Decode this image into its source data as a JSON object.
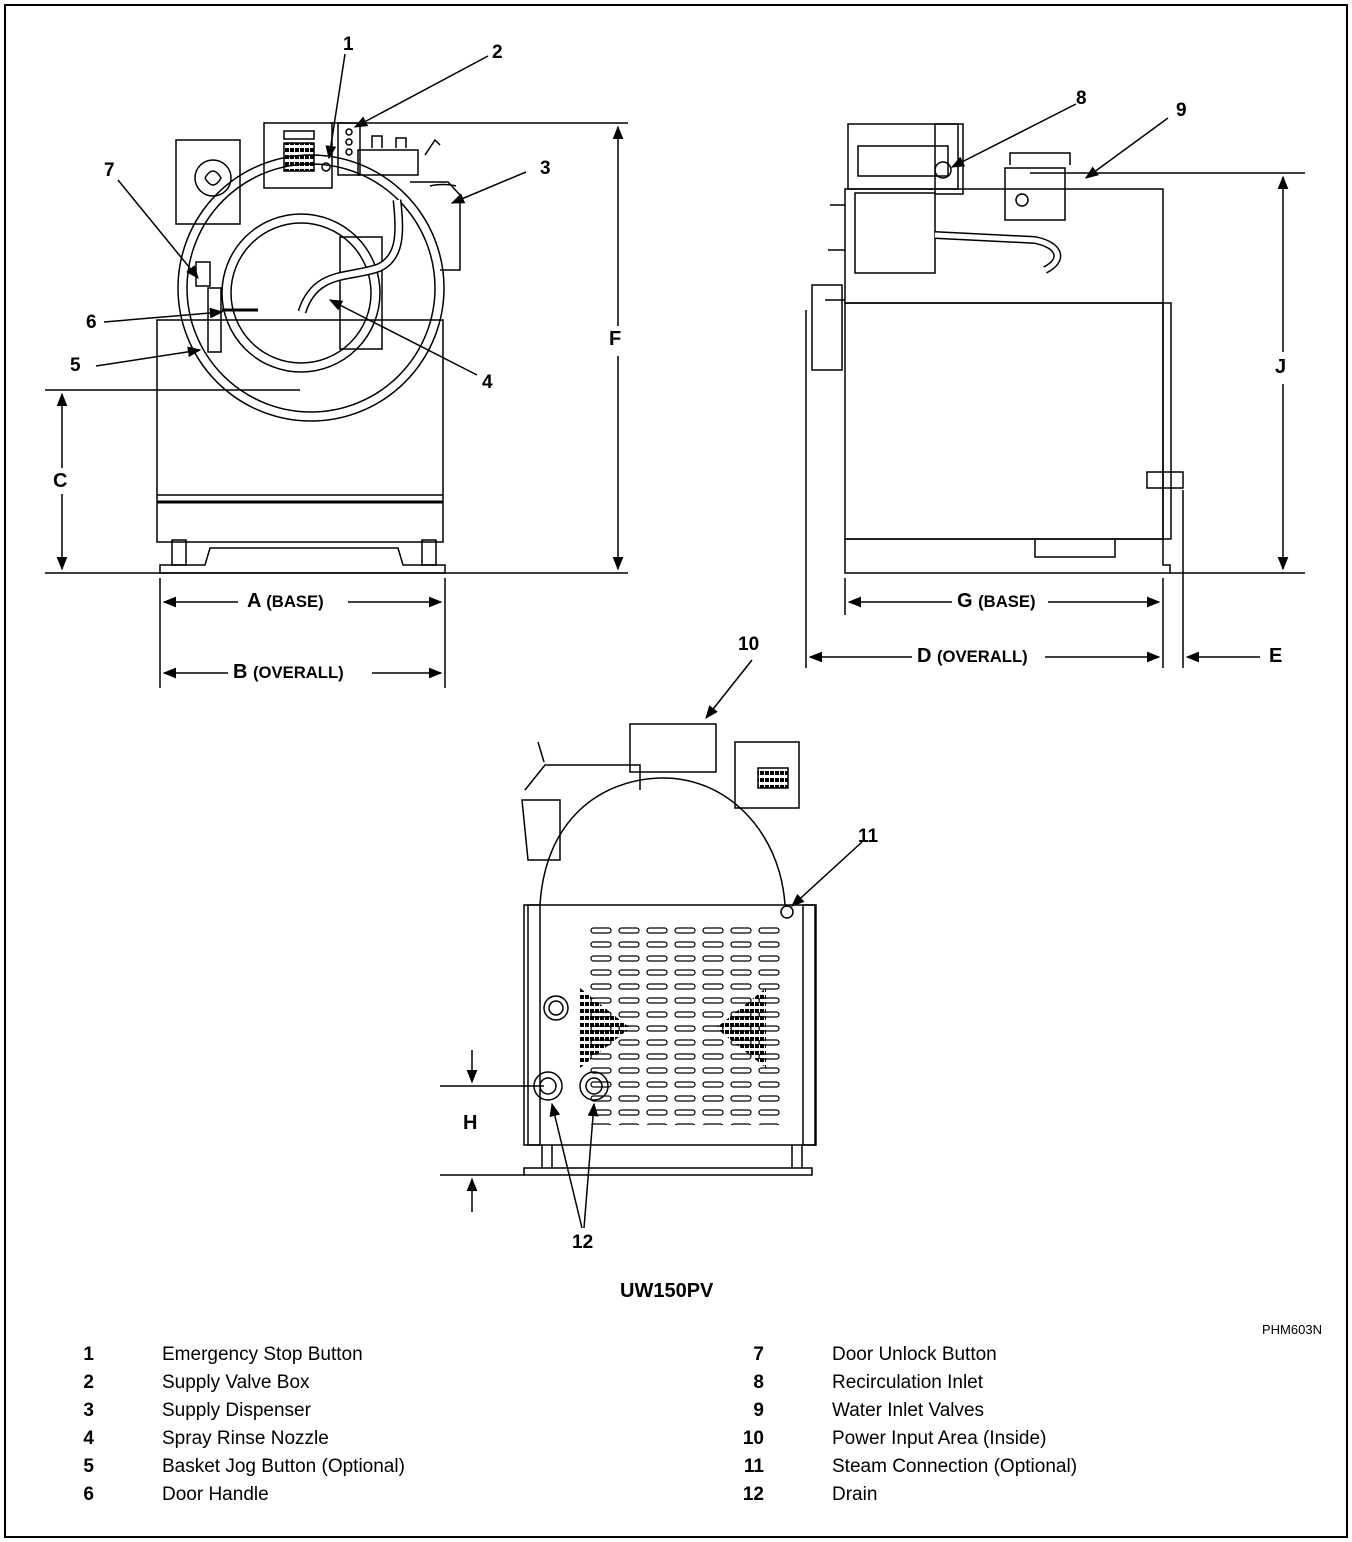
{
  "callouts": [
    "1",
    "2",
    "3",
    "4",
    "5",
    "6",
    "7",
    "8",
    "9",
    "10",
    "11",
    "12"
  ],
  "dimensions": {
    "A": "A",
    "A_sub": "(BASE)",
    "B": "B",
    "B_sub": "(OVERALL)",
    "C": "C",
    "D": "D",
    "D_sub": "(OVERALL)",
    "E": "E",
    "F": "F",
    "G": "G",
    "G_sub": "(BASE)",
    "H": "H",
    "J": "J"
  },
  "model": "UW150PV",
  "figure_code": "PHM603N",
  "legend": [
    {
      "num": "1",
      "label": "Emergency Stop Button"
    },
    {
      "num": "2",
      "label": "Supply Valve Box"
    },
    {
      "num": "3",
      "label": "Supply Dispenser"
    },
    {
      "num": "4",
      "label": "Spray Rinse Nozzle"
    },
    {
      "num": "5",
      "label": "Basket Jog Button (Optional)"
    },
    {
      "num": "6",
      "label": "Door Handle"
    },
    {
      "num": "7",
      "label": "Door Unlock Button"
    },
    {
      "num": "8",
      "label": "Recirculation Inlet"
    },
    {
      "num": "9",
      "label": "Water Inlet Valves"
    },
    {
      "num": "10",
      "label": "Power Input Area (Inside)"
    },
    {
      "num": "11",
      "label": "Steam Connection (Optional)"
    },
    {
      "num": "12",
      "label": "Drain"
    }
  ]
}
